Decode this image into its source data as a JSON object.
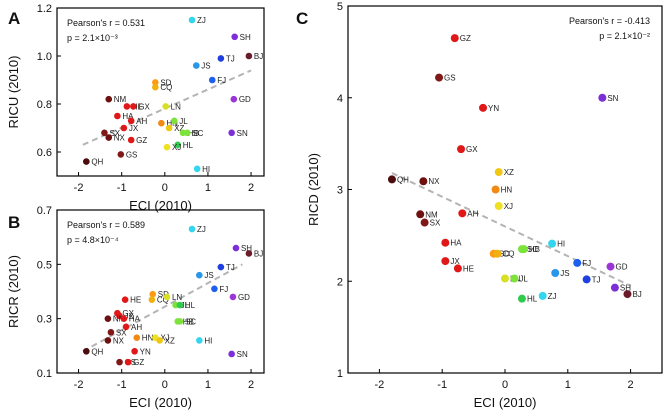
{
  "chart_data": [
    {
      "panel": "A",
      "type": "scatter",
      "xlabel": "ECI (2010)",
      "ylabel": "RICU (2010)",
      "xlim": [
        -2.5,
        2.3
      ],
      "ylim": [
        0.5,
        1.2
      ],
      "xticks": [
        "-2",
        "-1",
        "0",
        "1",
        "2"
      ],
      "yticks": [
        "0.6",
        "0.8",
        "1.0",
        "1.2"
      ],
      "stat_r": "Pearson's r = 0.531",
      "stat_p": "p = 2.1×10⁻³",
      "trend": [
        [
          -1.9,
          0.63
        ],
        [
          2.0,
          0.94
        ]
      ],
      "points": [
        {
          "label": "ZJ",
          "x": 0.63,
          "y": 1.15,
          "color": "#33d6ee"
        },
        {
          "label": "SH",
          "x": 1.62,
          "y": 1.08,
          "color": "#7c2fd6"
        },
        {
          "label": "BJ",
          "x": 1.95,
          "y": 1.0,
          "color": "#6a1c2a"
        },
        {
          "label": "TJ",
          "x": 1.3,
          "y": 0.99,
          "color": "#1f3fe0"
        },
        {
          "label": "JS",
          "x": 0.73,
          "y": 0.96,
          "color": "#2a96ea"
        },
        {
          "label": "FJ",
          "x": 1.1,
          "y": 0.9,
          "color": "#1f5ff0"
        },
        {
          "label": "SD",
          "x": -0.22,
          "y": 0.89,
          "color": "#ff9a14"
        },
        {
          "label": "CQ",
          "x": -0.22,
          "y": 0.87,
          "color": "#f0b010"
        },
        {
          "label": "NM",
          "x": -1.3,
          "y": 0.82,
          "color": "#6e1010"
        },
        {
          "label": "GD",
          "x": 1.6,
          "y": 0.82,
          "color": "#9b35d6"
        },
        {
          "label": "HE",
          "x": -0.88,
          "y": 0.79,
          "color": "#e01818"
        },
        {
          "label": "GX",
          "x": -0.73,
          "y": 0.79,
          "color": "#e01818"
        },
        {
          "label": "LN",
          "x": 0.02,
          "y": 0.79,
          "color": "#d8e022"
        },
        {
          "label": "HA",
          "x": -1.1,
          "y": 0.75,
          "color": "#e01818"
        },
        {
          "label": "AH",
          "x": -0.78,
          "y": 0.73,
          "color": "#e01818"
        },
        {
          "label": "HN",
          "x": -0.08,
          "y": 0.72,
          "color": "#f08a14"
        },
        {
          "label": "JL",
          "x": 0.22,
          "y": 0.73,
          "color": "#7de23a"
        },
        {
          "label": "JX",
          "x": -0.95,
          "y": 0.7,
          "color": "#e01818"
        },
        {
          "label": "XZ",
          "x": 0.1,
          "y": 0.7,
          "color": "#f0c814"
        },
        {
          "label": "SX",
          "x": -1.4,
          "y": 0.68,
          "color": "#801818"
        },
        {
          "label": "HB",
          "x": 0.42,
          "y": 0.68,
          "color": "#7de23a"
        },
        {
          "label": "SC",
          "x": 0.52,
          "y": 0.68,
          "color": "#7de23a"
        },
        {
          "label": "SN",
          "x": 1.55,
          "y": 0.68,
          "color": "#7c2fd6"
        },
        {
          "label": "NX",
          "x": -1.3,
          "y": 0.66,
          "color": "#6e1010"
        },
        {
          "label": "GZ",
          "x": -0.78,
          "y": 0.65,
          "color": "#e01818"
        },
        {
          "label": "HL",
          "x": 0.3,
          "y": 0.63,
          "color": "#2ecc4a"
        },
        {
          "label": "XJ",
          "x": 0.05,
          "y": 0.62,
          "color": "#f0e022"
        },
        {
          "label": "GS",
          "x": -1.02,
          "y": 0.59,
          "color": "#801818"
        },
        {
          "label": "QH",
          "x": -1.82,
          "y": 0.56,
          "color": "#4a0c0c"
        },
        {
          "label": "HI",
          "x": 0.75,
          "y": 0.53,
          "color": "#33d6ee"
        }
      ]
    },
    {
      "panel": "B",
      "type": "scatter",
      "xlabel": "ECI (2010)",
      "ylabel": "RICR (2010)",
      "xlim": [
        -2.5,
        2.3
      ],
      "ylim": [
        0.1,
        0.7
      ],
      "xticks": [
        "-2",
        "-1",
        "0",
        "1",
        "2"
      ],
      "yticks": [
        "0.1",
        "0.3",
        "0.5",
        "0.7"
      ],
      "stat_r": "Pearson's r = 0.589",
      "stat_p": "p = 4.8×10⁻⁴",
      "trend": [
        [
          -1.9,
          0.18
        ],
        [
          1.8,
          0.5
        ]
      ],
      "points": [
        {
          "label": "ZJ",
          "x": 0.63,
          "y": 0.63,
          "color": "#33d6ee"
        },
        {
          "label": "SH",
          "x": 1.65,
          "y": 0.56,
          "color": "#7c2fd6"
        },
        {
          "label": "BJ",
          "x": 1.95,
          "y": 0.54,
          "color": "#6a1c2a"
        },
        {
          "label": "TJ",
          "x": 1.3,
          "y": 0.49,
          "color": "#1f3fe0"
        },
        {
          "label": "JS",
          "x": 0.8,
          "y": 0.46,
          "color": "#2a96ea"
        },
        {
          "label": "FJ",
          "x": 1.15,
          "y": 0.41,
          "color": "#1f5ff0"
        },
        {
          "label": "SD",
          "x": -0.28,
          "y": 0.39,
          "color": "#ff9a14"
        },
        {
          "label": "CQ",
          "x": -0.3,
          "y": 0.37,
          "color": "#f0b010"
        },
        {
          "label": "LN",
          "x": 0.05,
          "y": 0.38,
          "color": "#d8e022"
        },
        {
          "label": "GD",
          "x": 1.58,
          "y": 0.38,
          "color": "#9b35d6"
        },
        {
          "label": "HE",
          "x": -0.92,
          "y": 0.37,
          "color": "#e01818"
        },
        {
          "label": "JL",
          "x": 0.25,
          "y": 0.35,
          "color": "#7de23a"
        },
        {
          "label": "HL",
          "x": 0.35,
          "y": 0.35,
          "color": "#2ecc4a"
        },
        {
          "label": "GX",
          "x": -1.1,
          "y": 0.32,
          "color": "#e01818"
        },
        {
          "label": "JX",
          "x": -1.05,
          "y": 0.31,
          "color": "#e01818"
        },
        {
          "label": "NM",
          "x": -1.32,
          "y": 0.3,
          "color": "#6e1010"
        },
        {
          "label": "HA",
          "x": -0.95,
          "y": 0.3,
          "color": "#e01818"
        },
        {
          "label": "HB",
          "x": 0.3,
          "y": 0.29,
          "color": "#7de23a"
        },
        {
          "label": "SC",
          "x": 0.35,
          "y": 0.29,
          "color": "#7de23a"
        },
        {
          "label": "AH",
          "x": -0.9,
          "y": 0.27,
          "color": "#e01818"
        },
        {
          "label": "SX",
          "x": -1.25,
          "y": 0.25,
          "color": "#801818"
        },
        {
          "label": "HN",
          "x": -0.65,
          "y": 0.23,
          "color": "#f08a14"
        },
        {
          "label": "XJ",
          "x": -0.22,
          "y": 0.23,
          "color": "#f0e022"
        },
        {
          "label": "XZ",
          "x": -0.12,
          "y": 0.22,
          "color": "#f0c814"
        },
        {
          "label": "NX",
          "x": -1.32,
          "y": 0.22,
          "color": "#6e1010"
        },
        {
          "label": "HI",
          "x": 0.8,
          "y": 0.22,
          "color": "#33d6ee"
        },
        {
          "label": "QH",
          "x": -1.82,
          "y": 0.18,
          "color": "#4a0c0c"
        },
        {
          "label": "YN",
          "x": -0.7,
          "y": 0.18,
          "color": "#e01818"
        },
        {
          "label": "SN",
          "x": 1.55,
          "y": 0.17,
          "color": "#7c2fd6"
        },
        {
          "label": "GS",
          "x": -1.05,
          "y": 0.14,
          "color": "#801818"
        },
        {
          "label": "GZ",
          "x": -0.85,
          "y": 0.14,
          "color": "#e01818"
        }
      ]
    },
    {
      "panel": "C",
      "type": "scatter",
      "xlabel": "ECI (2010)",
      "ylabel": "RICD (2010)",
      "xlim": [
        -2.5,
        2.5
      ],
      "ylim": [
        1,
        5
      ],
      "xticks": [
        "-2",
        "-1",
        "0",
        "1",
        "2"
      ],
      "yticks": [
        "1",
        "2",
        "3",
        "4",
        "5"
      ],
      "stat_r": "Pearson's r = -0.413",
      "stat_p": "p = 2.1×10⁻²",
      "trend": [
        [
          -1.8,
          3.18
        ],
        [
          2.0,
          1.95
        ]
      ],
      "points": [
        {
          "label": "GZ",
          "x": -0.8,
          "y": 4.65,
          "color": "#e01818"
        },
        {
          "label": "GS",
          "x": -1.05,
          "y": 4.22,
          "color": "#801818"
        },
        {
          "label": "SN",
          "x": 1.55,
          "y": 4.0,
          "color": "#7c2fd6"
        },
        {
          "label": "YN",
          "x": -0.35,
          "y": 3.89,
          "color": "#e01818"
        },
        {
          "label": "GX",
          "x": -0.7,
          "y": 3.44,
          "color": "#e01818"
        },
        {
          "label": "XZ",
          "x": -0.1,
          "y": 3.19,
          "color": "#f0c814"
        },
        {
          "label": "QH",
          "x": -1.8,
          "y": 3.11,
          "color": "#4a0c0c"
        },
        {
          "label": "NX",
          "x": -1.3,
          "y": 3.09,
          "color": "#6e1010"
        },
        {
          "label": "HN",
          "x": -0.15,
          "y": 3.0,
          "color": "#f08a14"
        },
        {
          "label": "XJ",
          "x": -0.1,
          "y": 2.82,
          "color": "#f0e022"
        },
        {
          "label": "NM",
          "x": -1.35,
          "y": 2.73,
          "color": "#6e1010"
        },
        {
          "label": "AH",
          "x": -0.68,
          "y": 2.74,
          "color": "#e01818"
        },
        {
          "label": "SX",
          "x": -1.28,
          "y": 2.64,
          "color": "#801818"
        },
        {
          "label": "HA",
          "x": -0.95,
          "y": 2.42,
          "color": "#e01818"
        },
        {
          "label": "HI",
          "x": 0.75,
          "y": 2.41,
          "color": "#33d6ee"
        },
        {
          "label": "SC",
          "x": 0.27,
          "y": 2.35,
          "color": "#7de23a"
        },
        {
          "label": "HB",
          "x": 0.3,
          "y": 2.35,
          "color": "#7de23a"
        },
        {
          "label": "SD",
          "x": -0.18,
          "y": 2.3,
          "color": "#ff9a14"
        },
        {
          "label": "CQ",
          "x": -0.12,
          "y": 2.3,
          "color": "#f0b010"
        },
        {
          "label": "JX",
          "x": -0.95,
          "y": 2.22,
          "color": "#e01818"
        },
        {
          "label": "FJ",
          "x": 1.15,
          "y": 2.2,
          "color": "#1f5ff0"
        },
        {
          "label": "HE",
          "x": -0.75,
          "y": 2.14,
          "color": "#e01818"
        },
        {
          "label": "GD",
          "x": 1.68,
          "y": 2.16,
          "color": "#9b35d6"
        },
        {
          "label": "JS",
          "x": 0.8,
          "y": 2.09,
          "color": "#2a96ea"
        },
        {
          "label": "TJ",
          "x": 1.3,
          "y": 2.02,
          "color": "#1f3fe0"
        },
        {
          "label": "LN",
          "x": 0.0,
          "y": 2.03,
          "color": "#d8e022"
        },
        {
          "label": "JL",
          "x": 0.15,
          "y": 2.03,
          "color": "#7de23a"
        },
        {
          "label": "SH",
          "x": 1.75,
          "y": 1.93,
          "color": "#7c2fd6"
        },
        {
          "label": "BJ",
          "x": 1.95,
          "y": 1.86,
          "color": "#6a1c2a"
        },
        {
          "label": "ZJ",
          "x": 0.6,
          "y": 1.84,
          "color": "#33d6ee"
        },
        {
          "label": "HL",
          "x": 0.27,
          "y": 1.81,
          "color": "#2ecc4a"
        }
      ]
    }
  ]
}
